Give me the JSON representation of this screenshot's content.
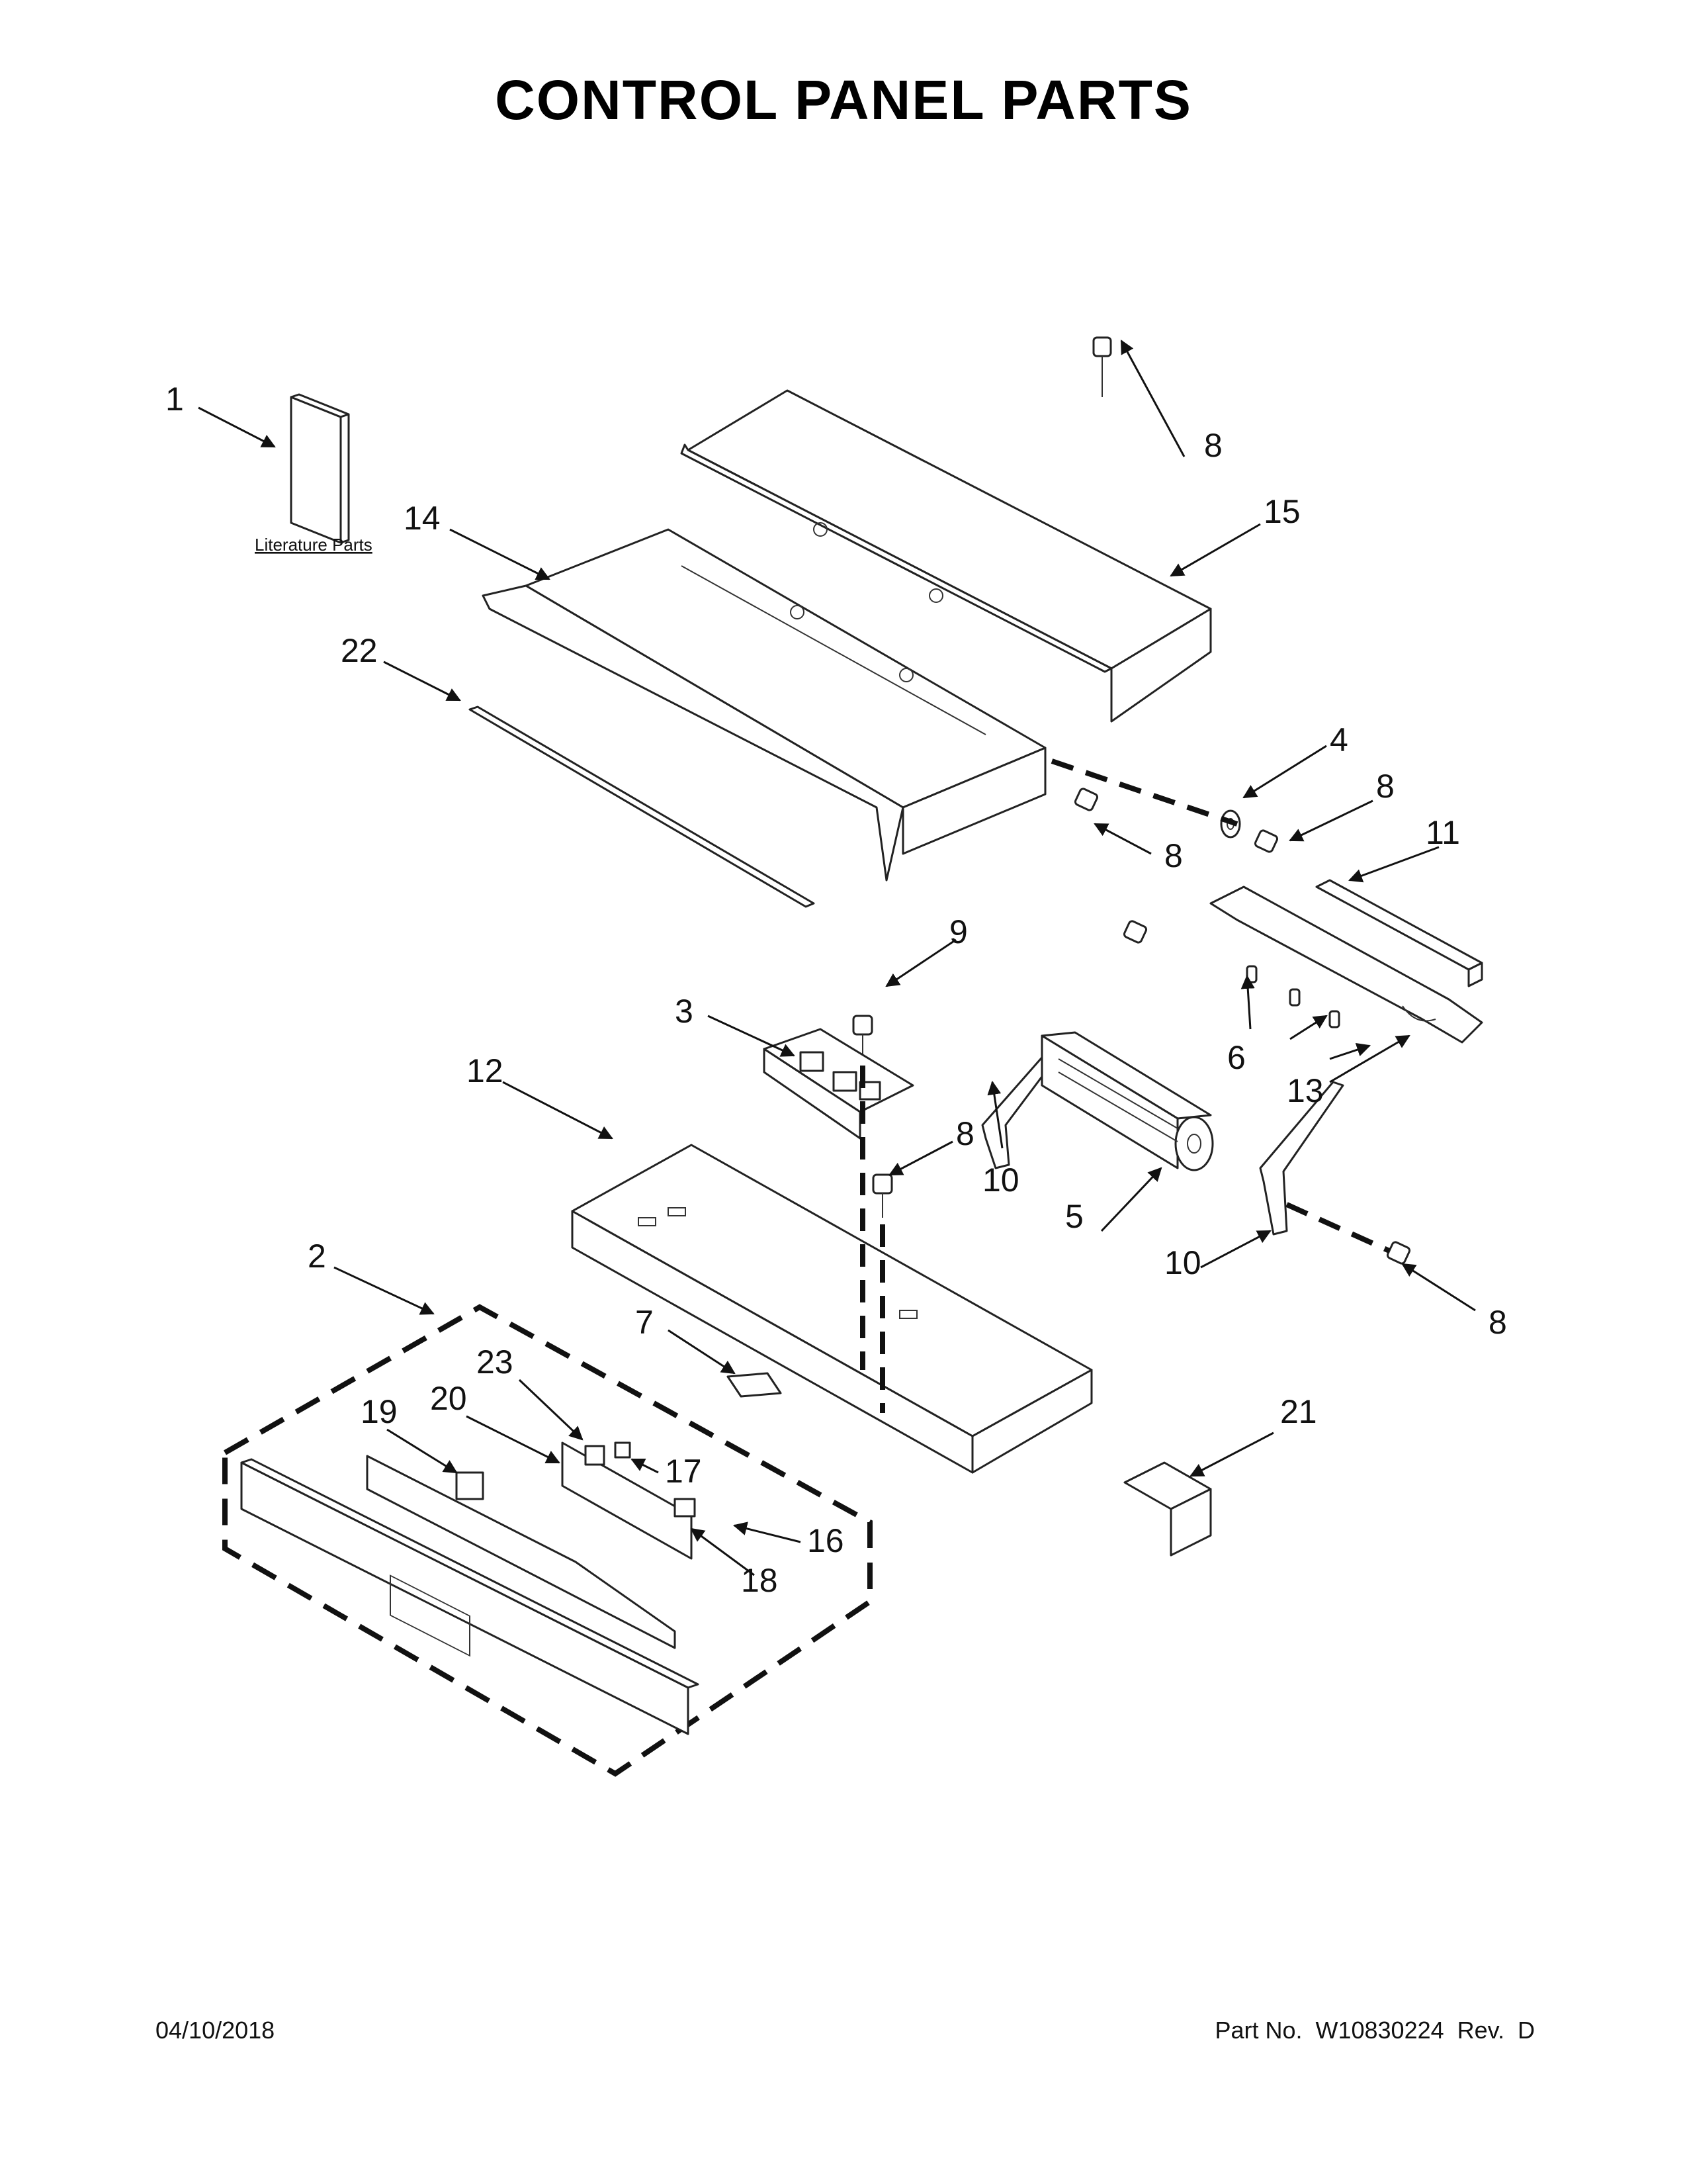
{
  "title": "CONTROL PANEL PARTS",
  "literature_label": "Literature Parts",
  "footer": {
    "date": "04/10/2018",
    "part_number": "Part No.  W10830224  Rev.  D"
  },
  "callouts": [
    "1",
    "14",
    "22",
    "8",
    "15",
    "4",
    "8",
    "8",
    "11",
    "9",
    "3",
    "6",
    "13",
    "12",
    "8",
    "10",
    "5",
    "10",
    "8",
    "2",
    "7",
    "23",
    "19",
    "20",
    "17",
    "16",
    "18",
    "21"
  ]
}
